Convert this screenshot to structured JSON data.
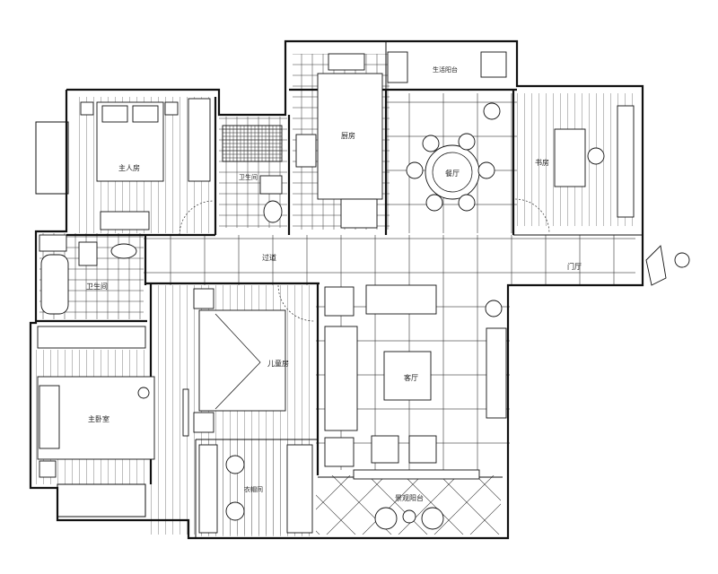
{
  "rooms": {
    "master_bedroom": "主人房",
    "bathroom_top": "卫生间",
    "kitchen": "厨房",
    "kitchen_balcony": "生活阳台",
    "dining": "餐厅",
    "study": "书房",
    "corridor": "过道",
    "foyer": "门厅",
    "bathroom_left": "卫生间",
    "living": "客厅",
    "bedroom_mid": "儿童房",
    "bedroom_left": "主卧室",
    "dressing": "衣帽间",
    "balcony_bottom": "景观阳台"
  },
  "colors": {
    "line": "#111111",
    "background": "#ffffff"
  }
}
